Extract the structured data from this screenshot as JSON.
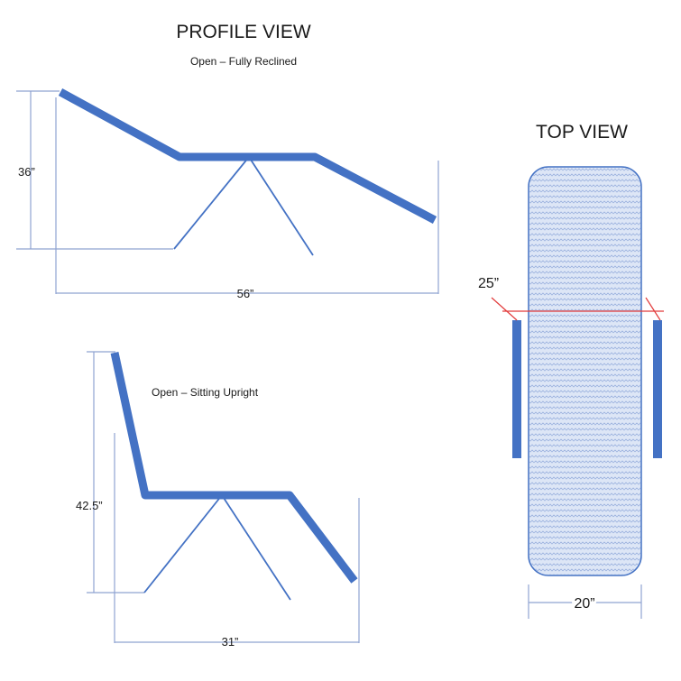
{
  "profile": {
    "title": "PROFILE VIEW",
    "reclined": {
      "label": "Open – Fully Reclined",
      "height_label": "36”",
      "length_label": "56”"
    },
    "upright": {
      "label": "Open – Sitting Upright",
      "height_label": "42.5”",
      "length_label": "31”"
    }
  },
  "top": {
    "title": "TOP VIEW",
    "width_label": "25”",
    "bed_width_label": "20”"
  },
  "colors": {
    "frame": "#4472c4",
    "guide": "#8fa3d1",
    "mattress_fill": "#dde6f6",
    "mattress_stroke": "#4472c4",
    "measure_red": "#e23b3b"
  }
}
